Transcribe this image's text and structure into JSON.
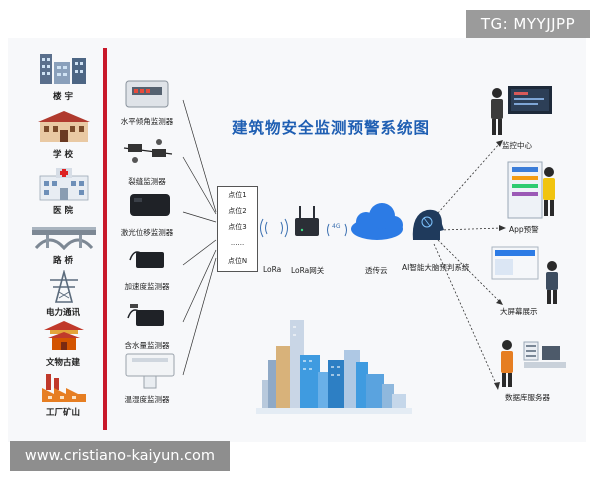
{
  "watermark_tg": "TG: MYYJJPP",
  "watermark_url": "www.cristiano-kaiyun.com",
  "title": "建筑物安全监测预警系统图",
  "building_types": [
    {
      "label": "楼 宇",
      "icon": "tower-building-icon"
    },
    {
      "label": "学 校",
      "icon": "school-building-icon"
    },
    {
      "label": "医 院",
      "icon": "hospital-building-icon"
    },
    {
      "label": "路 桥",
      "icon": "bridge-icon"
    },
    {
      "label": "电力通讯",
      "icon": "power-tower-icon"
    },
    {
      "label": "文物古建",
      "icon": "ancient-pavilion-icon"
    },
    {
      "label": "工厂矿山",
      "icon": "factory-icon"
    }
  ],
  "sensors": [
    {
      "label": "水平倾角监测器",
      "icon": "tilt-sensor-icon"
    },
    {
      "label": "裂缝监测器",
      "icon": "crack-sensor-icon"
    },
    {
      "label": "激光位移监测器",
      "icon": "laser-sensor-icon"
    },
    {
      "label": "加速度监测器",
      "icon": "acceleration-sensor-icon"
    },
    {
      "label": "含水量监测器",
      "icon": "moisture-sensor-icon"
    },
    {
      "label": "温湿度监测器",
      "icon": "temperature-humidity-sensor-icon"
    }
  ],
  "nodes": [
    "点位1",
    "点位2",
    "点位3",
    "......",
    "点位N"
  ],
  "transmission": {
    "lora": "LoRa",
    "gateway": "LoRa网关",
    "signal_4g": "4G",
    "cloud": "透传云",
    "ai_system": "AI智能大脑预判系统"
  },
  "outputs": [
    {
      "label": "监控中心",
      "icon": "monitoring-center-icon"
    },
    {
      "label": "App预警",
      "icon": "app-alert-icon"
    },
    {
      "label": "大屏幕展示",
      "icon": "big-screen-icon"
    },
    {
      "label": "数据库服务器",
      "icon": "database-server-icon"
    }
  ],
  "colors": {
    "title": "#1f5fb3",
    "red_bar": "#c8182a",
    "cloud": "#2c7be5",
    "skyline": "#3f9be0"
  }
}
